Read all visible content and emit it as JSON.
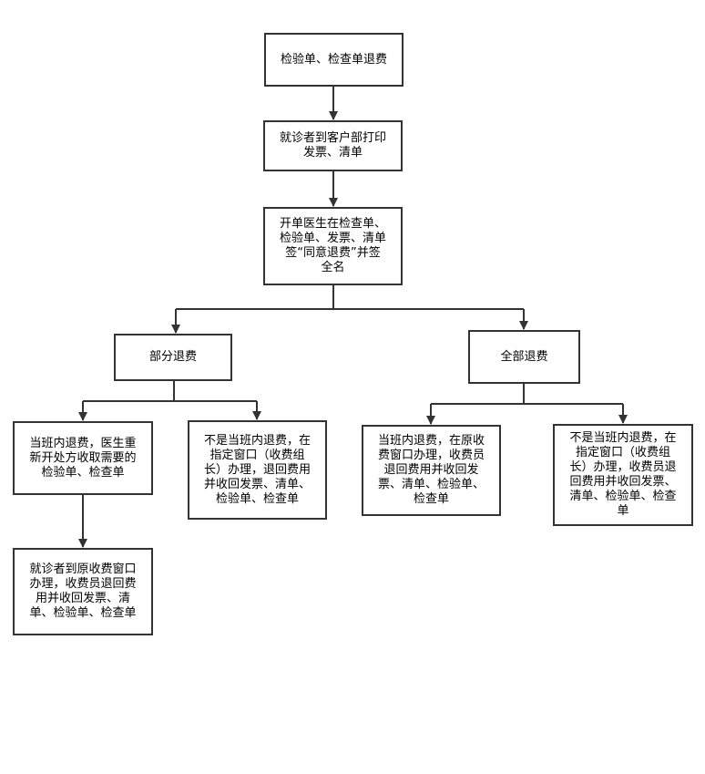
{
  "diagram": {
    "colors": {
      "stroke": "#333333",
      "fill": "#ffffff",
      "text": "#000000"
    },
    "nodes": {
      "step1": "检验单、检查单退费",
      "step2": "就诊者到客户部打印\n发票、清单",
      "step3": "开单医生在检查单、\n检验单、发票、清单\n签“同意退费”并签\n全名",
      "partial": "部分退费",
      "full": "全部退费",
      "partial_same_shift": "当班内退费，医生重\n新开处方收取需要的\n检验单、检查单",
      "partial_other_shift": "不是当班内退费，在\n指定窗口（收费组\n长）办理，退回费用\n并收回发票、清单、\n检验单、检查单",
      "full_same_shift": "当班内退费，在原收\n费窗口办理，收费员\n退回费用并收回发\n票、清单、检验单、\n检查单",
      "full_other_shift": "不是当班内退费，在\n指定窗口（收费组\n长）办理，收费员退\n回费用并收回发票、\n清单、检验单、检查\n单",
      "partial_same_shift_next": "就诊者到原收费窗口\n办理，收费员退回费\n用并收回发票、清\n单、检验单、检查单"
    }
  }
}
